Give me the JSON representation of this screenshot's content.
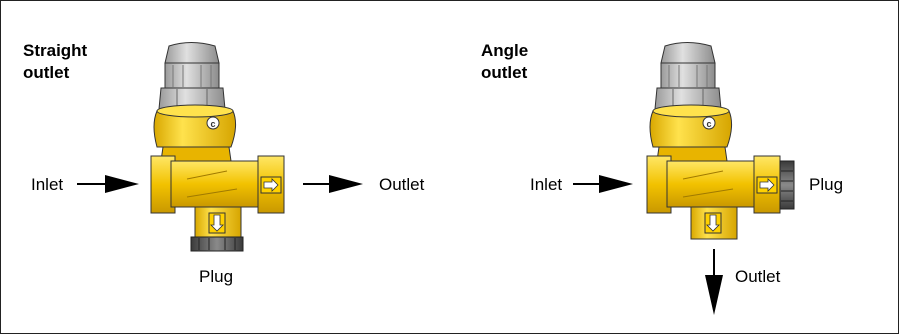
{
  "panels": [
    {
      "title_line1": "Straight",
      "title_line2": "outlet",
      "inlet_label": "Inlet",
      "outlet_label": "Outlet",
      "plug_label": "Plug"
    },
    {
      "title_line1": "Angle",
      "title_line2": "outlet",
      "inlet_label": "Inlet",
      "outlet_label": "Outlet",
      "plug_label": "Plug"
    }
  ],
  "colors": {
    "brass": "#f2c200",
    "brass_light": "#ffe24d",
    "brass_dark": "#c89a00",
    "cap_grey": "#b8b8b8",
    "cap_dark": "#6e6e6e",
    "plug_dark": "#4a4a4a",
    "arrow": "#000000"
  }
}
